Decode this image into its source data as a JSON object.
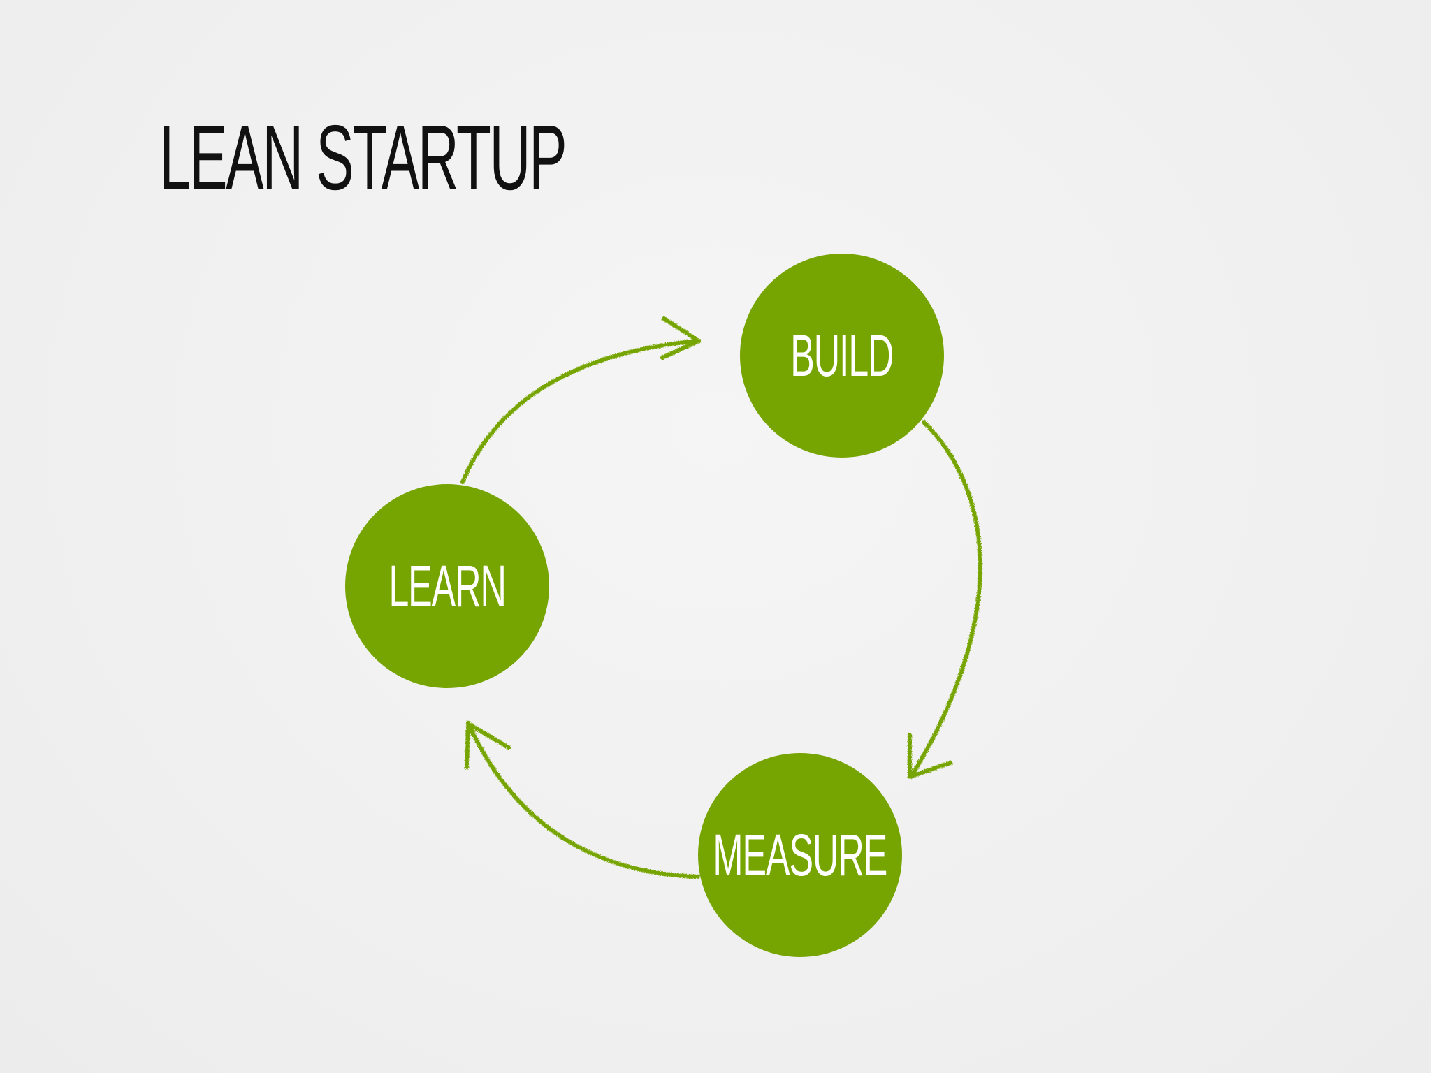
{
  "slide": {
    "title": "LEAN STARTUP"
  },
  "colors": {
    "background": "#f1f1f1",
    "accent_green": "#76a400",
    "title_text": "#111111",
    "node_text": "#ffffff"
  },
  "cycle": {
    "nodes": [
      {
        "id": "build",
        "label": "BUILD"
      },
      {
        "id": "measure",
        "label": "MEASURE"
      },
      {
        "id": "learn",
        "label": "LEARN"
      }
    ],
    "arrows": [
      {
        "from": "learn",
        "to": "build"
      },
      {
        "from": "build",
        "to": "measure"
      },
      {
        "from": "measure",
        "to": "learn"
      }
    ]
  }
}
